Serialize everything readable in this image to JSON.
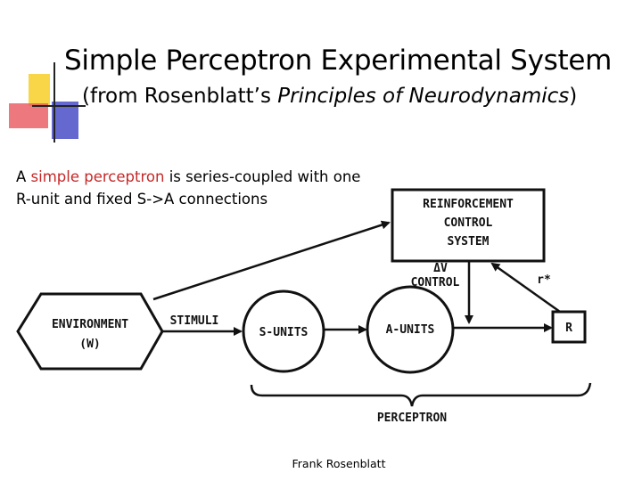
{
  "title": "Simple Perceptron Experimental System",
  "subtitle": {
    "prefix": "(from Rosenblatt’s ",
    "book": "Principles of Neurodynamics",
    "suffix": ")"
  },
  "intro": {
    "part1": "A ",
    "highlight": "simple perceptron",
    "part2": " is series-coupled with one R-unit and fixed S->A connections"
  },
  "diagram": {
    "environment_line1": "ENVIRONMENT",
    "environment_line2": "(W)",
    "stimuli": "STIMULI",
    "s_units": "S-UNITS",
    "a_units": "A-UNITS",
    "r_unit": "R",
    "reinforcement_line1": "REINFORCEMENT",
    "reinforcement_line2": "CONTROL",
    "reinforcement_line3": "SYSTEM",
    "delta_v": "ΔV",
    "control": "CONTROL",
    "r_star": "r*",
    "perceptron": "PERCEPTRON"
  },
  "footer": "Frank Rosenblatt",
  "colors": {
    "accent_yellow": "#f9d648",
    "accent_blue": "#4a4fc7",
    "accent_red": "#e9585f",
    "highlight_text": "#c62828"
  }
}
